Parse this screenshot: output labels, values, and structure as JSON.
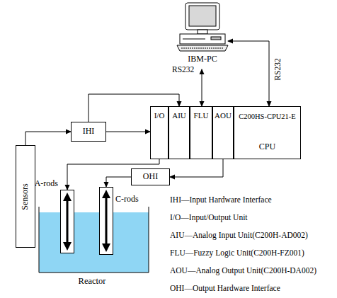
{
  "diagram": {
    "nodes": [
      {
        "text": [
          "IBM-PC"
        ]
      },
      {
        "text": [
          "IHI"
        ]
      },
      {
        "text": [
          "I/O"
        ]
      },
      {
        "text": [
          "AIU"
        ]
      },
      {
        "text": [
          "FLU"
        ]
      },
      {
        "text": [
          "AOU"
        ]
      },
      {
        "text": [
          "C200HS-CPU21-E",
          "CPU"
        ]
      },
      {
        "text": [
          "OHI"
        ]
      },
      {
        "text": [
          "A-rods"
        ]
      },
      {
        "text": [
          "C-rods"
        ]
      },
      {
        "text": [
          "Sensors"
        ]
      },
      {
        "text": [
          "Reactor"
        ]
      }
    ],
    "edges": [
      {
        "from": 0,
        "to": 4,
        "arrow": "both"
      },
      {
        "from": 0,
        "to": 6,
        "arrow": "both"
      },
      {
        "from": 10,
        "to": 1,
        "arrow": "to"
      },
      {
        "from": 1,
        "to": 2,
        "arrow": "to"
      },
      {
        "from": 1,
        "to": 3,
        "arrow": "to"
      },
      {
        "from": 2,
        "to": 8,
        "arrow": "to"
      },
      {
        "from": 5,
        "to": 7,
        "arrow": "to"
      },
      {
        "from": 7,
        "to": 9,
        "arrow": "to"
      }
    ],
    "labels": [
      "RS232",
      "RS232",
      "IHI—Input Hardware Interface",
      "I/O—Input/Output Unit",
      "AIU—Analog Input Unit(C200H-AD002)",
      "FLU—Fuzzy Logic Unit(C200H-FZ001)",
      "AOU—Analog Output Unit(C200H-DA002)",
      "OHI—Output Hardware Interface"
    ]
  }
}
